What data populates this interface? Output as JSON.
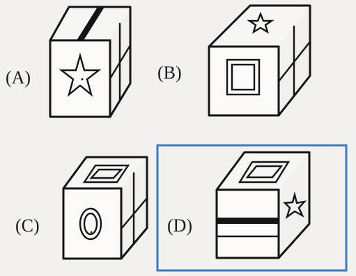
{
  "options": [
    {
      "label": "(A)"
    },
    {
      "label": "(B)"
    },
    {
      "label": "(C)"
    },
    {
      "label": "(D)"
    }
  ],
  "highlight": {
    "selected_option": "(D)",
    "color": "#3a7bbf"
  },
  "ink_color": "#141414"
}
